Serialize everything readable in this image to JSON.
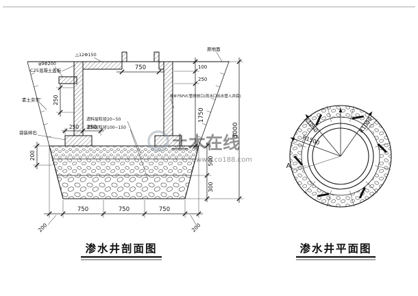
{
  "section": {
    "title": "渗水井剖面图",
    "dims": {
      "opening": "750",
      "h100": "100",
      "h250": "250",
      "h1750": "1750",
      "h3000": "3000",
      "l250": "250",
      "l200": "200",
      "f250a": "250",
      "f250b": "250",
      "g500": "500",
      "g300": "300",
      "b750a": "750",
      "b750b": "750",
      "b750c": "750",
      "b200l": "200",
      "b200r": "200"
    },
    "notes": {
      "rebar": "△12Φ150",
      "pipe": "φ9Φ200",
      "cover": "C25混凝土盖板",
      "ground": "原地面",
      "soil": "素土夯实",
      "bag": "袋装碎石",
      "filter_fine": "滤料层粒径20~50",
      "filter_coarse": "滤料层粒径100~150",
      "pvc": "接Φ75PVC管排放口(雨水口出水管入井底)"
    }
  },
  "plan": {
    "title": "渗水井平面图",
    "r1250": "R1250",
    "r1000": "R1000",
    "r1500": "R1500",
    "a_label": "A"
  },
  "watermark": {
    "brand": "土木在线",
    "url": "www.co188.com"
  }
}
